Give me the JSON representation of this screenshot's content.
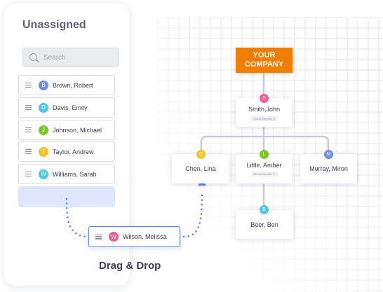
{
  "panel": {
    "title": "Unassigned",
    "search_placeholder": "Search",
    "items": [
      {
        "initial": "B",
        "name": "Brown, Robert",
        "color": "#6e8cf0"
      },
      {
        "initial": "D",
        "name": "Davis, Emily",
        "color": "#4fc6e4"
      },
      {
        "initial": "J",
        "name": "Johnson, Michael",
        "color": "#7cc628"
      },
      {
        "initial": "T",
        "name": "Taylor, Andrew",
        "color": "#f5c22a"
      },
      {
        "initial": "W",
        "name": "Williams, Sarah",
        "color": "#4fc6e4"
      }
    ]
  },
  "dragged": {
    "initial": "W",
    "name": "Wilson, Melissa",
    "color": "#ec5f96"
  },
  "drag_label": "Drag & Drop",
  "chart": {
    "company": "YOUR COMPANY",
    "root": {
      "initial": "S",
      "name": "Smith,John",
      "badge": "Direct Reports: 3",
      "color": "#ec5f96"
    },
    "children": [
      {
        "initial": "C",
        "name": "Chen, Lina",
        "color": "#f5c22a"
      },
      {
        "initial": "L",
        "name": "Little, Amber",
        "badge": "Direct Reports: 1",
        "color": "#7cc628"
      },
      {
        "initial": "M",
        "name": "Murray, Miron",
        "color": "#6e8cf0"
      }
    ],
    "grandchild": {
      "initial": "B",
      "name": "Beer, Ben",
      "color": "#4fc6e4"
    }
  },
  "colors": {
    "accent": "#5a7cef",
    "company": "#f07d00",
    "drop_zone": "#dde6fb",
    "connector": "#c9ccd6"
  }
}
